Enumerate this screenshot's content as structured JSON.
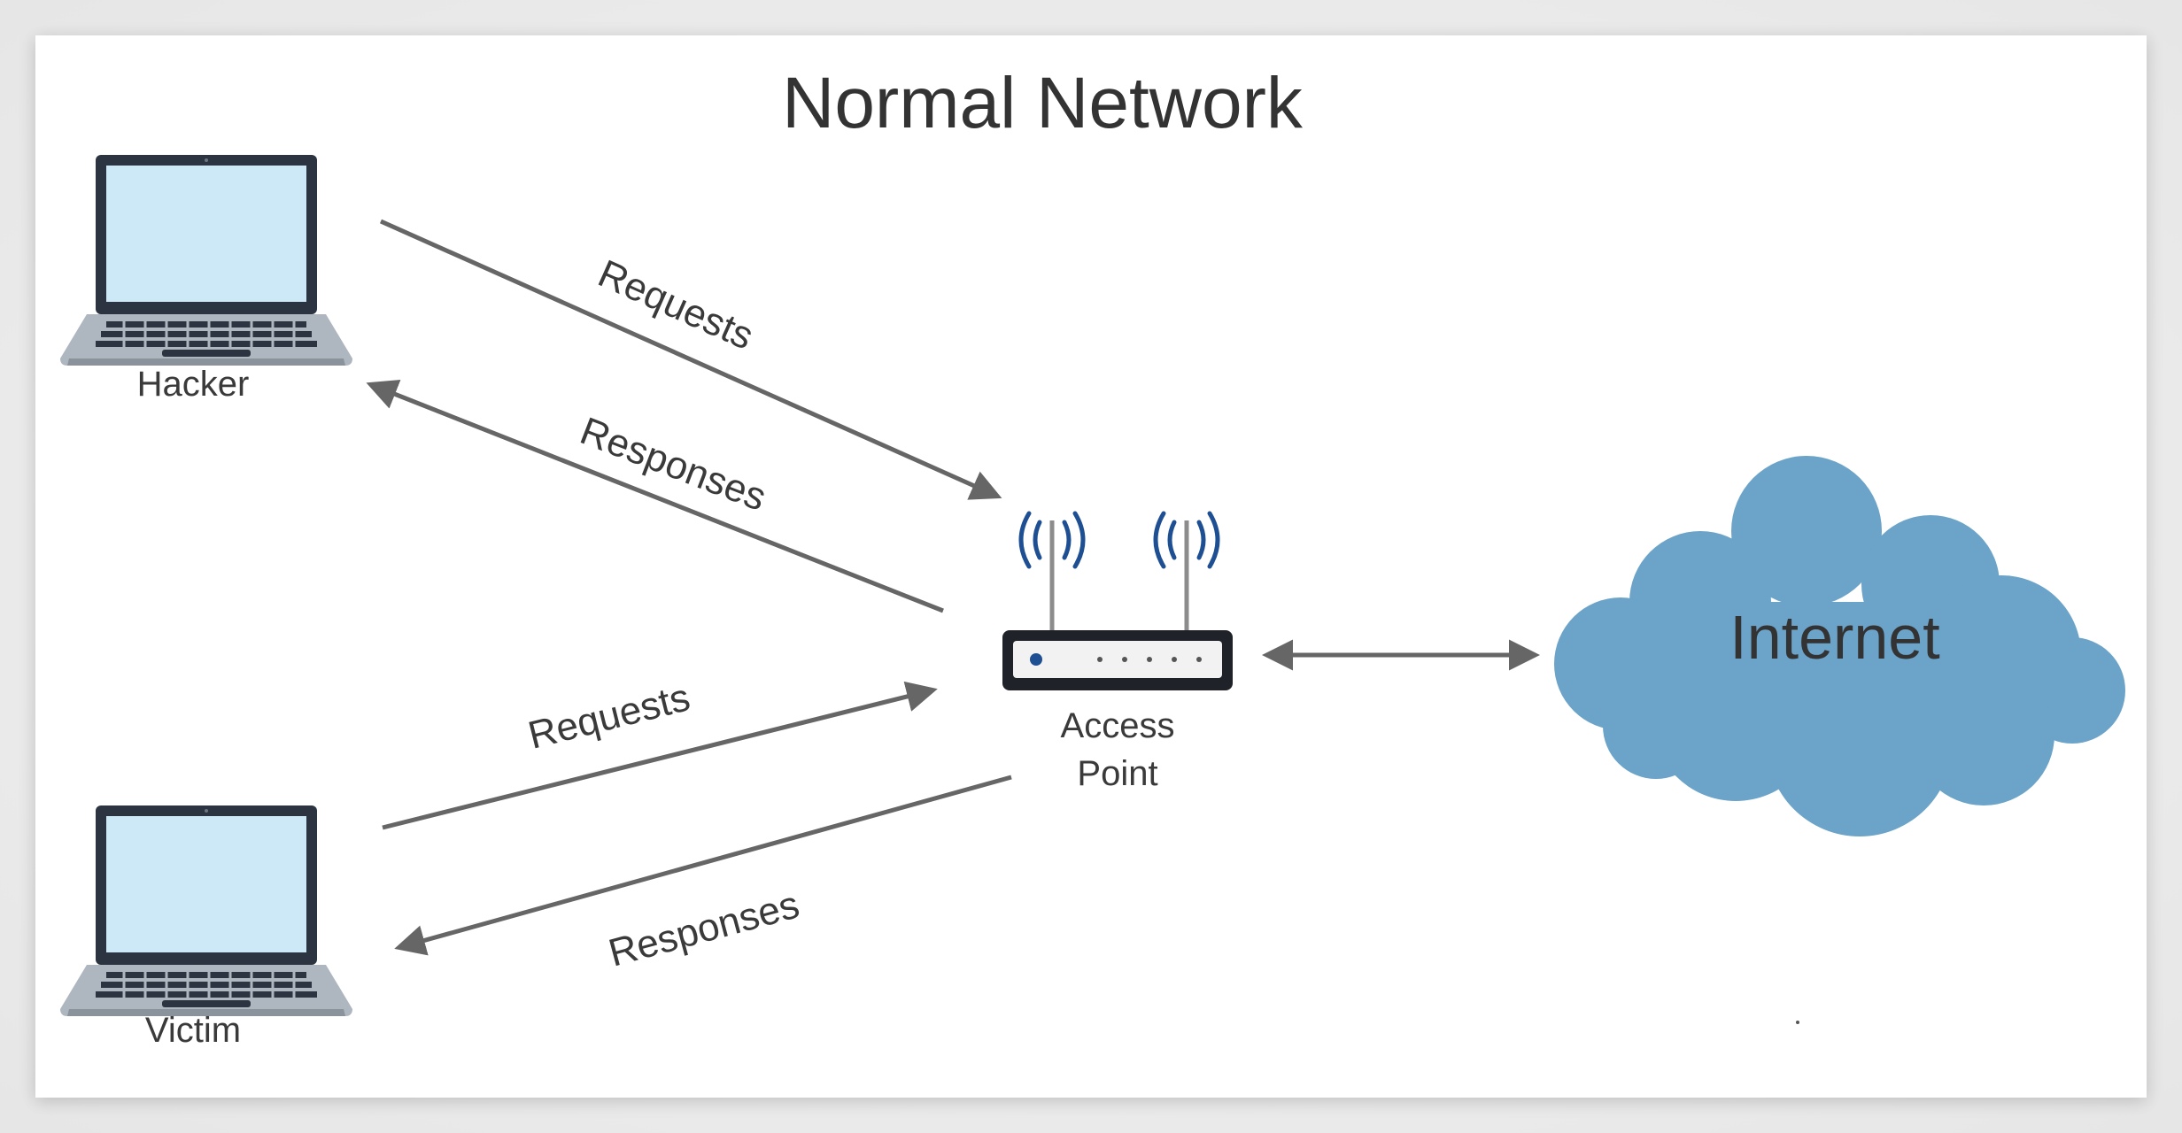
{
  "diagram": {
    "title": "Normal Network",
    "nodes": {
      "hacker": {
        "label": "Hacker",
        "icon": "laptop-icon"
      },
      "victim": {
        "label": "Victim",
        "icon": "laptop-icon"
      },
      "access_point": {
        "label_line1": "Access",
        "label_line2": "Point",
        "icon": "router-icon"
      },
      "internet": {
        "label": "Internet",
        "icon": "cloud-icon"
      }
    },
    "edges": {
      "hacker_to_ap": "Requests",
      "ap_to_hacker": "Responses",
      "victim_to_ap": "Requests",
      "ap_to_victim": "Responses"
    },
    "colors": {
      "laptop_frame": "#2b3440",
      "laptop_screen": "#cde8f7",
      "laptop_base": "#aeb6bf",
      "arrow": "#666666",
      "cloud": "#6ba3c9",
      "router_body": "#1f2329",
      "router_face": "#f2f2f2",
      "wifi_signal": "#1f4f93"
    }
  }
}
